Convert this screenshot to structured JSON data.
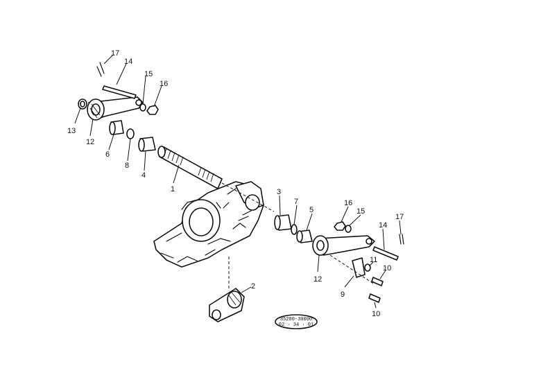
{
  "callouts": {
    "c1": "1",
    "c2": "2",
    "c3": "3",
    "c4": "4",
    "c5": "5",
    "c6": "6",
    "c7": "7",
    "c8": "8",
    "c9": "9",
    "c10a": "10",
    "c10b": "10",
    "c11": "11",
    "c12a": "12",
    "c12b": "12",
    "c13": "13",
    "c14a": "14",
    "c14b": "14",
    "c15a": "15",
    "c15b": "15",
    "c16a": "16",
    "c16b": "16",
    "c17a": "17",
    "c17b": "17"
  },
  "stamp": {
    "line1": "35280-30000",
    "line2": "02 · 34 · 01"
  }
}
